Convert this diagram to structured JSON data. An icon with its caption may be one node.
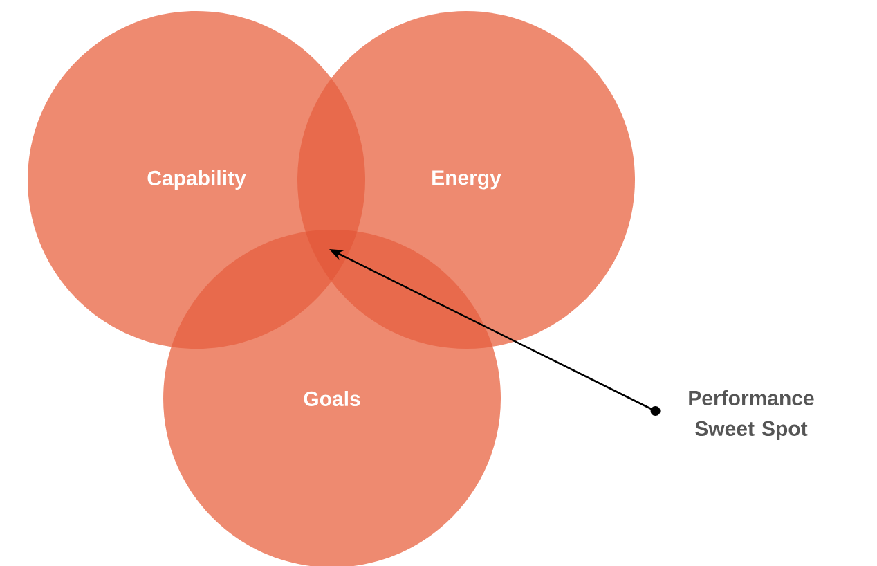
{
  "diagram": {
    "nodes": [
      {
        "text": [
          "Capability"
        ]
      },
      {
        "text": [
          "Energy"
        ]
      },
      {
        "text": [
          "Goals"
        ]
      },
      {
        "text": [
          "Performance Sweet Spot"
        ]
      },
      {
        "text": [],
        "shape": "region"
      }
    ],
    "edges": [
      {
        "from": 3,
        "to": 4,
        "arrow": "to"
      }
    ]
  }
}
